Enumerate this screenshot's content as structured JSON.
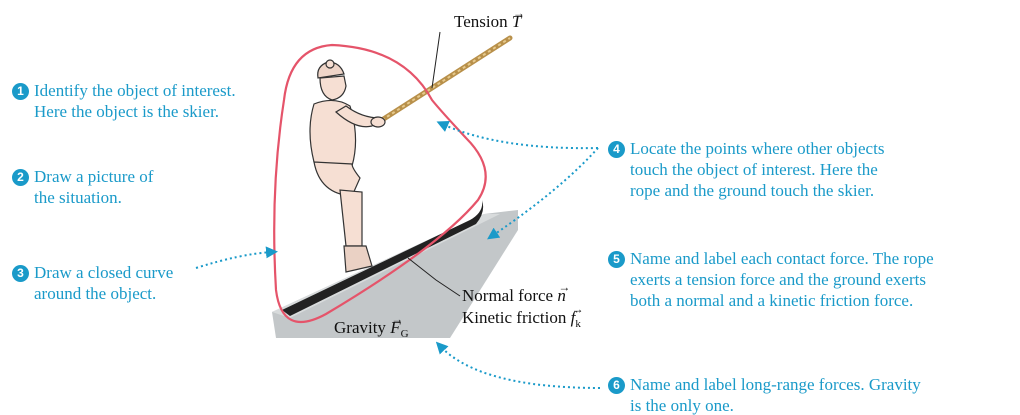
{
  "steps": [
    {
      "num": "1",
      "lines": [
        "Identify the object of interest.",
        "Here the object is the skier."
      ]
    },
    {
      "num": "2",
      "lines": [
        "Draw a picture of",
        "the situation."
      ]
    },
    {
      "num": "3",
      "lines": [
        "Draw a closed curve",
        "around the object."
      ]
    },
    {
      "num": "4",
      "lines": [
        "Locate the points where other objects",
        "touch the object of interest. Here the",
        "rope and the ground touch the skier."
      ]
    },
    {
      "num": "5",
      "lines": [
        "Name and label each contact force. The rope",
        "exerts a tension force and the ground exerts",
        "both a normal and a kinetic friction force."
      ]
    },
    {
      "num": "6",
      "lines": [
        "Name and label long-range forces. Gravity",
        "is the only one."
      ]
    }
  ],
  "labels": {
    "tension": {
      "text": "Tension ",
      "symbol": "T"
    },
    "normal": {
      "text": "Normal force ",
      "symbol": "n"
    },
    "friction": {
      "text": "Kinetic friction ",
      "symbol": "f",
      "subscript": "k"
    },
    "gravity": {
      "text": "Gravity ",
      "symbol": "F",
      "subscript": "G"
    }
  },
  "colors": {
    "accent": "#1a9ac9",
    "curve": "#e5546a",
    "rope": "#c7a15a",
    "ground": "#b7bcbe",
    "skin": "#f6dfd3"
  }
}
